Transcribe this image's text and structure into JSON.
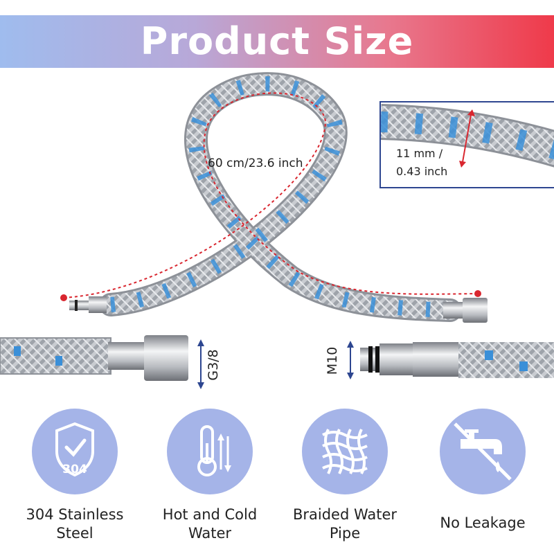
{
  "banner": {
    "title": "Product Size"
  },
  "measurements": {
    "length": "60 cm/23.6 inch",
    "diameter_line1": "11 mm /",
    "diameter_line2": "0.43 inch",
    "thread_female": "G3/8",
    "thread_male": "M10"
  },
  "features": [
    {
      "icon": "shield-check-icon",
      "badge": "304",
      "label": "304 Stainless\nSteel"
    },
    {
      "icon": "thermometer-icon",
      "label": "Hot and Cold\nWater"
    },
    {
      "icon": "braided-mesh-icon",
      "label": "Braided Water\nPipe"
    },
    {
      "icon": "no-leak-faucet-icon",
      "label": "No Leakage"
    }
  ],
  "colors": {
    "banner_start": "#9fbcee",
    "banner_end": "#ef3a4a",
    "icon_circle": "#a5b4e8",
    "dimension_line": "#d9262f",
    "inset_border": "#2d4690",
    "hose_blue": "#3a8fd8"
  }
}
